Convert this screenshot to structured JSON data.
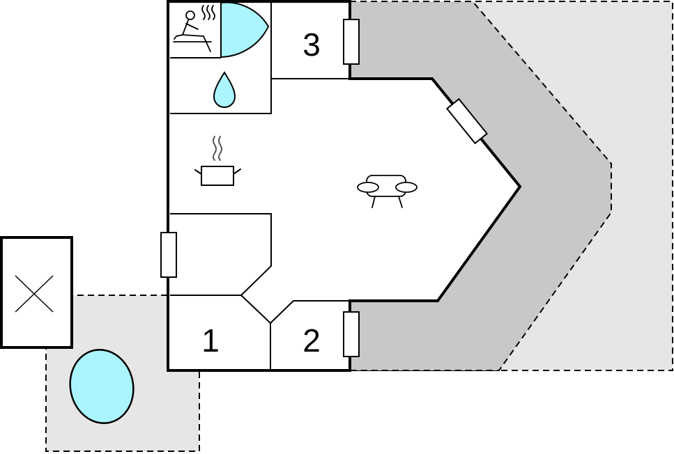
{
  "rooms": {
    "bedroom_1": {
      "number": "1"
    },
    "bedroom_2": {
      "number": "2"
    },
    "bedroom_3": {
      "number": "3"
    }
  },
  "icons": {
    "sauna": "sauna-icon",
    "shower": "water-drop-icon",
    "kitchen": "cooking-pot-icon",
    "living": "sofa-icon",
    "outbuilding": "cross-box-icon",
    "hot_tub": "hot-tub-icon"
  },
  "colors": {
    "water": "#aaf5ff",
    "covered_terrace": "#c8c8c8",
    "open_terrace": "#e6e6e6",
    "wall": "#000000",
    "background": "#ffffff"
  }
}
